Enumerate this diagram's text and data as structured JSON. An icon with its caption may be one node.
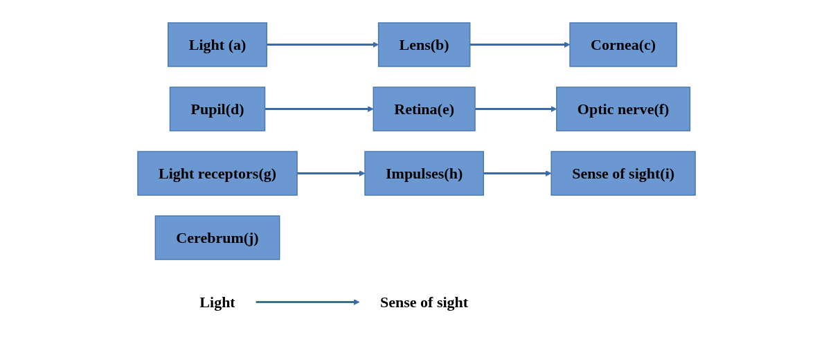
{
  "diagram": {
    "nodes": [
      {
        "text": [
          "Light (a)"
        ]
      },
      {
        "text": [
          "Lens(b)"
        ]
      },
      {
        "text": [
          "Cornea(c)"
        ]
      },
      {
        "text": [
          "Pupil(d)"
        ]
      },
      {
        "text": [
          "Retina(e)"
        ]
      },
      {
        "text": [
          "Optic nerve(f)"
        ]
      },
      {
        "text": [
          "Light receptors(g)"
        ]
      },
      {
        "text": [
          "Impulses(h)"
        ]
      },
      {
        "text": [
          "Sense of sight(i)"
        ]
      },
      {
        "text": [
          "Cerebrum(j)"
        ]
      },
      {
        "text": [
          "Light"
        ]
      },
      {
        "text": [
          "Sense of sight"
        ]
      }
    ],
    "edges": [
      {
        "from": 0,
        "to": 1,
        "arrow": "to"
      },
      {
        "from": 1,
        "to": 2,
        "arrow": "to"
      },
      {
        "from": 3,
        "to": 4,
        "arrow": "to"
      },
      {
        "from": 4,
        "to": 5,
        "arrow": "to"
      },
      {
        "from": 6,
        "to": 7,
        "arrow": "to"
      },
      {
        "from": 7,
        "to": 8,
        "arrow": "to"
      },
      {
        "from": 10,
        "to": 11,
        "arrow": "to"
      }
    ]
  }
}
